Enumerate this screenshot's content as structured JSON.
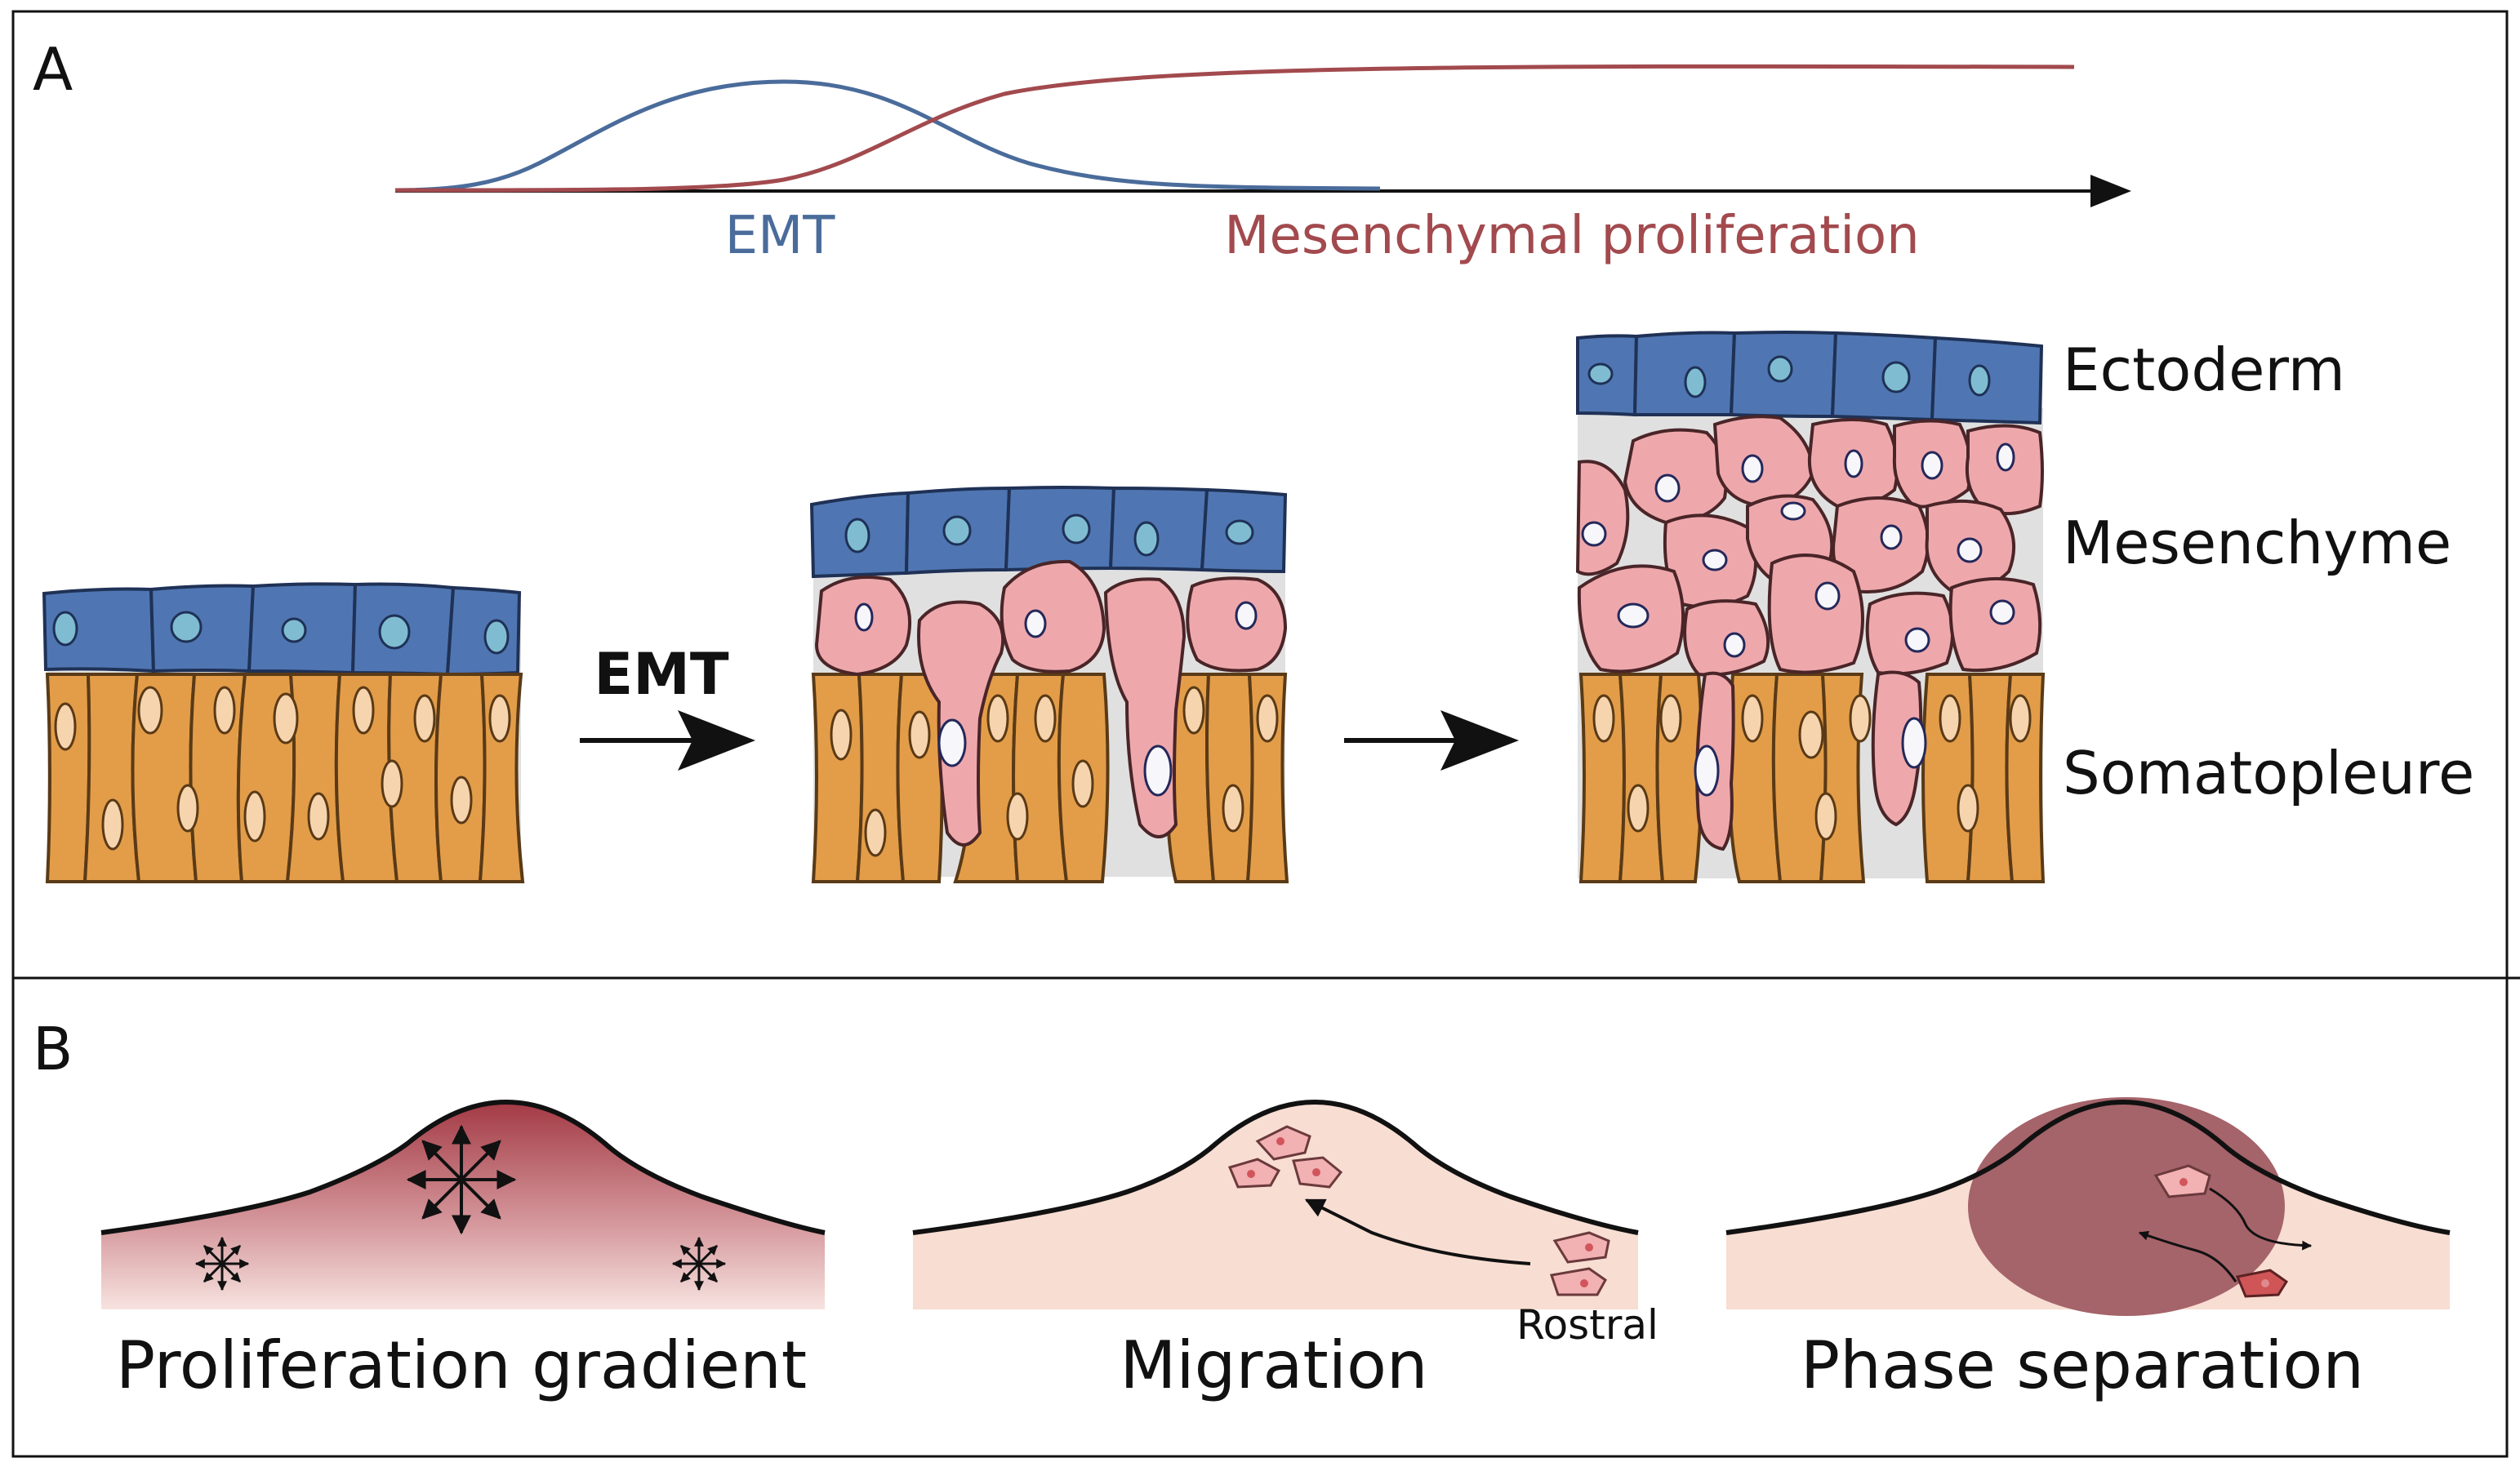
{
  "panel_a": {
    "label": "A",
    "curve_labels": {
      "emt": "EMT",
      "proliferation": "Mesenchymal proliferation"
    },
    "arrow_label": "EMT",
    "layer_labels": {
      "ectoderm": "Ectoderm",
      "mesenchyme": "Mesenchyme",
      "somatopleure": "Somatopleure"
    }
  },
  "panel_b": {
    "label": "B",
    "captions": {
      "gradient": "Proliferation gradient",
      "migration": "Migration",
      "phase": "Phase separation"
    },
    "rostral_label": "Rostral"
  },
  "colors": {
    "emt_curve": "#4a6c9b",
    "proliferation_curve": "#a24a4e",
    "ectoderm": "#4f76b2",
    "ectoderm_nucleus": "#7fbcd2",
    "mesenchyme": "#eea8ac",
    "somatopleure": "#e39d49",
    "somatopleure_nucleus": "#f6d4ae",
    "background_tissue": "#e0e0e0",
    "phase_blob": "#a5636a",
    "hill_fill": "#f8ddd2",
    "gradient_top": "#a33a45"
  }
}
